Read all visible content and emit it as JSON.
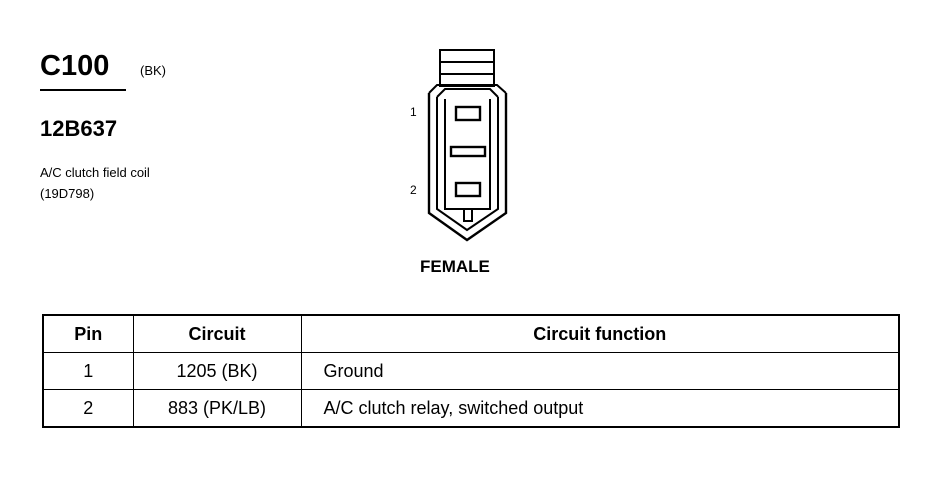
{
  "connector": {
    "id": "C100",
    "color": "(BK)",
    "part_number": "12B637",
    "component": "A/C clutch field coil",
    "component_code": "(19D798)",
    "gender": "FEMALE",
    "pin_labels": [
      "1",
      "2"
    ]
  },
  "table": {
    "headers": [
      "Pin",
      "Circuit",
      "Circuit function"
    ],
    "rows": [
      {
        "pin": "1",
        "circuit": "1205 (BK)",
        "function": "Ground"
      },
      {
        "pin": "2",
        "circuit": "883 (PK/LB)",
        "function": "A/C clutch relay, switched output"
      }
    ]
  }
}
